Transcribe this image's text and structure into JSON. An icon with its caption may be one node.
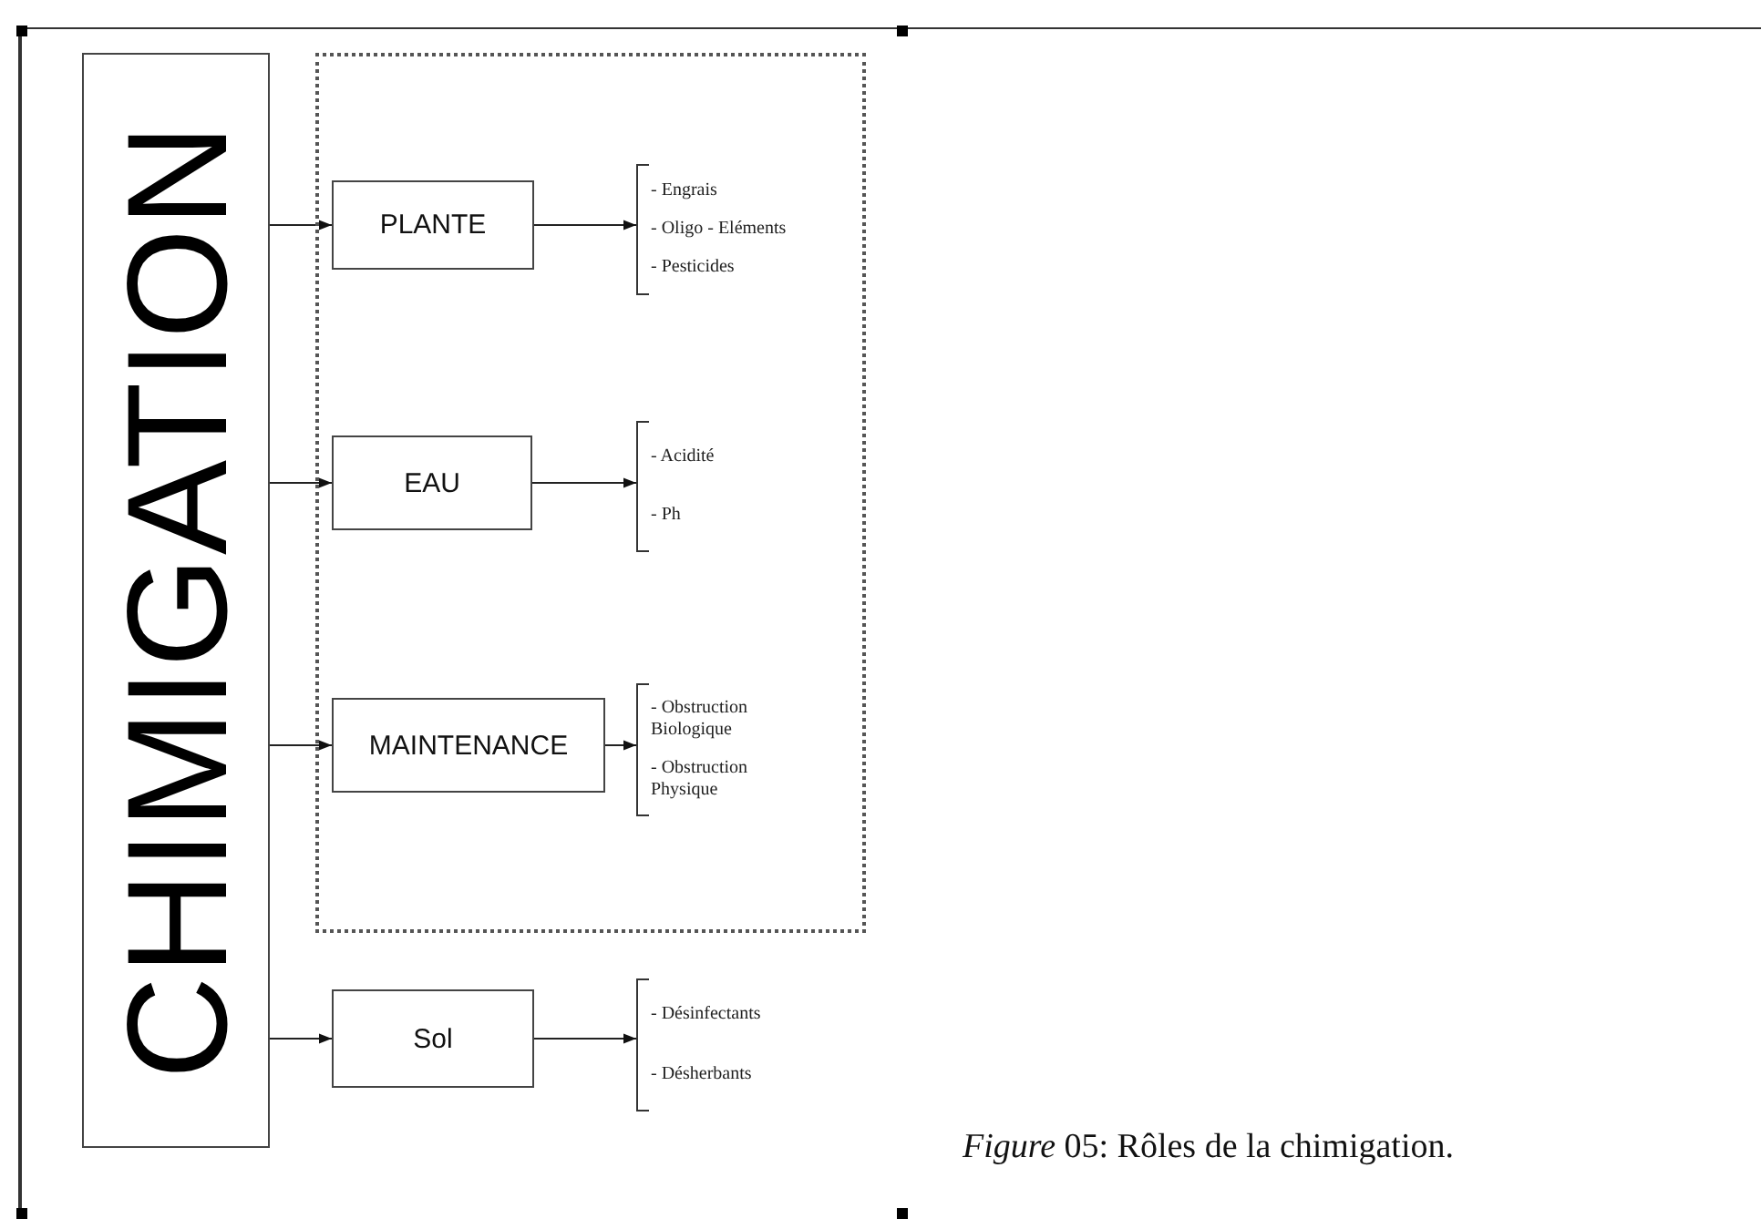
{
  "diagram": {
    "caption": "*Figure* 05: Rôles de la chimigation.",
    "nodes": [
      {
        "text": [
          "CHIMIGATION"
        ]
      },
      {
        "text": [],
        "shape": "box"
      },
      {
        "text": [
          "PLANTE"
        ],
        "in": 1
      },
      {
        "text": [
          "- Engrais",
          "- Oligo - Eléments",
          "- Pesticides"
        ],
        "in": 1
      },
      {
        "text": [
          "EAU"
        ],
        "in": 1
      },
      {
        "text": [
          "- Acidité",
          "- Ph"
        ],
        "in": 1
      },
      {
        "text": [
          "MAINTENANCE"
        ],
        "in": 1
      },
      {
        "text": [
          "- Obstruction Biologique",
          "- Obstruction Physique"
        ],
        "in": 1
      },
      {
        "text": [
          "Sol"
        ]
      },
      {
        "text": [
          "- Désinfectants",
          "- Désherbants"
        ]
      }
    ],
    "edges": [
      {
        "from": 0,
        "to": 2,
        "arrow": "to"
      },
      {
        "from": 2,
        "to": 3,
        "arrow": "to"
      },
      {
        "from": 0,
        "to": 4,
        "arrow": "to"
      },
      {
        "from": 4,
        "to": 5,
        "arrow": "to"
      },
      {
        "from": 0,
        "to": 6,
        "arrow": "to"
      },
      {
        "from": 6,
        "to": 7,
        "arrow": "to"
      },
      {
        "from": 0,
        "to": 8,
        "arrow": "to"
      },
      {
        "from": 8,
        "to": 9,
        "arrow": "to"
      }
    ]
  }
}
